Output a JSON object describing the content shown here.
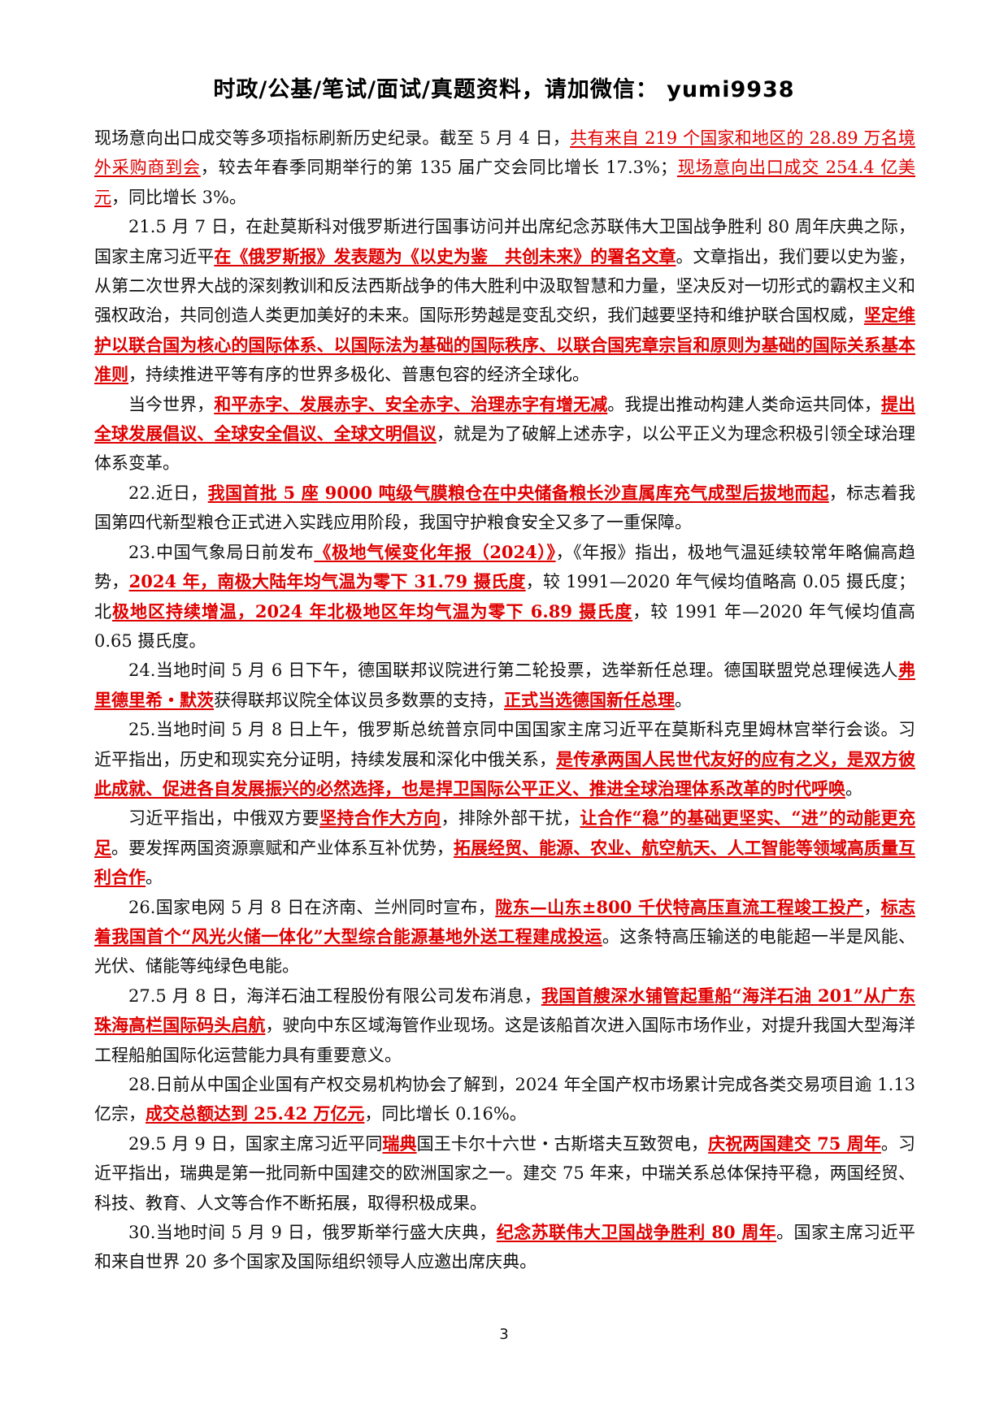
{
  "header": {
    "text": "时政/公基/笔试/面试/真题资料，请加微信： yumi9938"
  },
  "page_number": "3",
  "paragraphs": [
    {
      "id": "p0-cont",
      "cont": true,
      "segments": [
        {
          "t": "现场意向出口成交等多项指标刷新历史纪录。截至 5 月 4 日，"
        },
        {
          "t": "共有来自 219 个国家和地区的 28.89 万名境外采购商到会",
          "hl": true
        },
        {
          "t": "，较去年春季同期举行的第 135 届广交会同比增长 17.3%；"
        },
        {
          "t": "现场意向出口成交 254.4 亿美元",
          "hl": true
        },
        {
          "t": "，同比增长 3%。"
        }
      ]
    },
    {
      "id": "p21",
      "segments": [
        {
          "t": "21.5 月 7 日，在赴莫斯科对俄罗斯进行国事访问并出席纪念苏联伟大卫国战争胜利 80 周年庆典之际，国家主席习近平"
        },
        {
          "t": "在《俄罗斯报》发表题为《以史为鉴　共创未来》的署名文章",
          "hl": true,
          "bold": true
        },
        {
          "t": "。文章指出，我们要以史为鉴，从第二次世界大战的深刻教训和反法西斯战争的伟大胜利中汲取智慧和力量，坚决反对一切形式的霸权主义和强权政治，共同创造人类更加美好的未来。国际形势越是变乱交织，我们越要坚持和维护联合国权威，"
        },
        {
          "t": "坚定维护以联合国为核心的国际体系、以国际法为基础的国际秩序、以联合国宪章宗旨和原则为基础的国际关系基本准则",
          "hl": true,
          "bold": true
        },
        {
          "t": "，持续推进平等有序的世界多极化、普惠包容的经济全球化。"
        }
      ]
    },
    {
      "id": "p21b",
      "segments": [
        {
          "t": "当今世界，"
        },
        {
          "t": "和平赤字、发展赤字、安全赤字、治理赤字有增无减",
          "hl": true,
          "bold": true
        },
        {
          "t": "。我提出推动构建人类命运共同体，"
        },
        {
          "t": "提出全球发展倡议、全球安全倡议、全球文明倡议",
          "hl": true,
          "bold": true
        },
        {
          "t": "，就是为了破解上述赤字，以公平正义为理念积极引领全球治理体系变革。"
        }
      ]
    },
    {
      "id": "p22",
      "segments": [
        {
          "t": "22.近日，"
        },
        {
          "t": "我国首批 5 座 9000 吨级气膜粮仓在中央储备粮长沙直属库充气成型后拔地而起",
          "hl": true,
          "bold": true
        },
        {
          "t": "，标志着我国第四代新型粮仓正式进入实践应用阶段，我国守护粮食安全又多了一重保障。"
        }
      ]
    },
    {
      "id": "p23",
      "segments": [
        {
          "t": "23.中国气象局日前发布"
        },
        {
          "t": "《极地气候变化年报（2024）》",
          "hl": true,
          "bold": true
        },
        {
          "t": "，《年报》指出，极地气温延续较常年略偏高趋势，"
        },
        {
          "t": "2024 年，南极大陆年均气温为零下 31.79 摄氏度",
          "hl": true,
          "bold": true
        },
        {
          "t": "，较 1991—2020 年气候均值略高 0.05 摄氏度；北"
        },
        {
          "t": "极地区持续增温，2024 年北极地区年均气温为零下 6.89 摄氏度",
          "hl": true,
          "bold": true
        },
        {
          "t": "，较 1991 年—2020 年气候均值高 0.65 摄氏度。"
        }
      ]
    },
    {
      "id": "p24",
      "segments": [
        {
          "t": "24.当地时间 5 月 6 日下午，德国联邦议院进行第二轮投票，选举新任总理。德国联盟党总理候选人"
        },
        {
          "t": "弗里德里希・默茨",
          "hl": true,
          "bold": true
        },
        {
          "t": "获得联邦议院全体议员多数票的支持，"
        },
        {
          "t": "正式当选德国新任总理",
          "hl": true,
          "bold": true
        },
        {
          "t": "。"
        }
      ]
    },
    {
      "id": "p25",
      "segments": [
        {
          "t": "25.当地时间 5 月 8 日上午，俄罗斯总统普京同中国国家主席习近平在莫斯科克里姆林宫举行会谈。习近平指出，历史和现实充分证明，持续发展和深化中俄关系，"
        },
        {
          "t": "是传承两国人民世代友好的应有之义，是双方彼此成就、促进各自发展振兴的必然选择，也是捍卫国际公平正义、推进全球治理体系改革的时代呼唤",
          "hl": true,
          "bold": true
        },
        {
          "t": "。"
        }
      ]
    },
    {
      "id": "p25b",
      "segments": [
        {
          "t": "习近平指出，中俄双方要"
        },
        {
          "t": "坚持合作大方向",
          "hl": true,
          "bold": true
        },
        {
          "t": "，排除外部干扰，"
        },
        {
          "t": "让合作“稳”的基础更坚实、“进”的动能更充足",
          "hl": true,
          "bold": true
        },
        {
          "t": "。要发挥两国资源禀赋和产业体系互补优势，"
        },
        {
          "t": "拓展经贸、能源、农业、航空航天、人工智能等领域高质量互利合作",
          "hl": true,
          "bold": true
        },
        {
          "t": "。"
        }
      ]
    },
    {
      "id": "p26",
      "segments": [
        {
          "t": "26.国家电网 5 月 8 日在济南、兰州同时宣布，"
        },
        {
          "t": "陇东—山东±800 千伏特高压直流工程竣工投产",
          "hl": true,
          "bold": true
        },
        {
          "t": "，"
        },
        {
          "t": "标志着我国首个“风光火储一体化”大型综合能源基地外送工程建成投运",
          "hl": true,
          "bold": true
        },
        {
          "t": "。这条特高压输送的电能超一半是风能、光伏、储能等纯绿色电能。"
        }
      ]
    },
    {
      "id": "p27",
      "segments": [
        {
          "t": "27.5 月 8 日，海洋石油工程股份有限公司发布消息，"
        },
        {
          "t": "我国首艘深水铺管起重船“海洋石油 201”从广东珠海高栏国际码头启航",
          "hl": true,
          "bold": true
        },
        {
          "t": "，驶向中东区域海管作业现场。这是该船首次进入国际市场作业，对提升我国大型海洋工程船舶国际化运营能力具有重要意义。"
        }
      ]
    },
    {
      "id": "p28",
      "segments": [
        {
          "t": "28.日前从中国企业国有产权交易机构协会了解到，2024 年全国产权市场累计完成各类交易项目逾 1.13 亿宗，"
        },
        {
          "t": "成交总额达到 25.42 万亿元",
          "hl": true,
          "bold": true
        },
        {
          "t": "，同比增长 0.16%。"
        }
      ]
    },
    {
      "id": "p29",
      "segments": [
        {
          "t": "29.5 月 9 日，国家主席习近平同"
        },
        {
          "t": "瑞典",
          "hl": true,
          "bold": true
        },
        {
          "t": "国王卡尔十六世・古斯塔夫互致贺电，"
        },
        {
          "t": "庆祝两国建交 75 周年",
          "hl": true,
          "bold": true
        },
        {
          "t": "。习近平指出，瑞典是第一批同新中国建交的欧洲国家之一。建交 75 年来，中瑞关系总体保持平稳，两国经贸、科技、教育、人文等合作不断拓展，取得积极成果。"
        }
      ]
    },
    {
      "id": "p30",
      "segments": [
        {
          "t": "30.当地时间 5 月 9 日，俄罗斯举行盛大庆典，"
        },
        {
          "t": "纪念苏联伟大卫国战争胜利 80 周年",
          "hl": true,
          "bold": true
        },
        {
          "t": "。国家主席习近平和来自世界 20 多个国家及国际组织领导人应邀出席庆典。"
        }
      ]
    }
  ]
}
